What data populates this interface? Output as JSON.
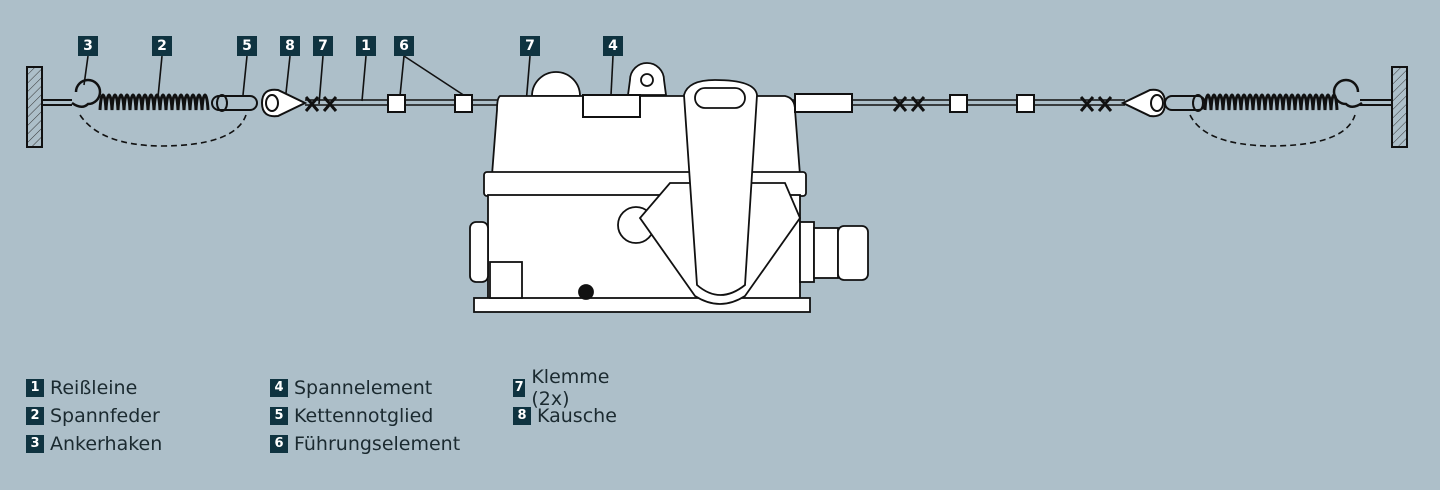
{
  "colors": {
    "background": "#adbfc9",
    "badge": "#0f3340",
    "line": "#111111",
    "housing": "#ffffff"
  },
  "callouts": [
    {
      "id": "callout-3",
      "number": "3"
    },
    {
      "id": "callout-2",
      "number": "2"
    },
    {
      "id": "callout-5",
      "number": "5"
    },
    {
      "id": "callout-8",
      "number": "8"
    },
    {
      "id": "callout-7a",
      "number": "7"
    },
    {
      "id": "callout-1",
      "number": "1"
    },
    {
      "id": "callout-6",
      "number": "6"
    },
    {
      "id": "callout-7b",
      "number": "7"
    },
    {
      "id": "callout-4",
      "number": "4"
    }
  ],
  "legend": [
    {
      "number": "1",
      "label": "Reißleine"
    },
    {
      "number": "2",
      "label": "Spannfeder"
    },
    {
      "number": "3",
      "label": "Ankerhaken"
    },
    {
      "number": "4",
      "label": "Spannelement"
    },
    {
      "number": "5",
      "label": "Kettennotglied"
    },
    {
      "number": "6",
      "label": "Führungselement"
    },
    {
      "number": "7",
      "label": "Klemme (2x)"
    },
    {
      "number": "8",
      "label": "Kausche"
    }
  ]
}
